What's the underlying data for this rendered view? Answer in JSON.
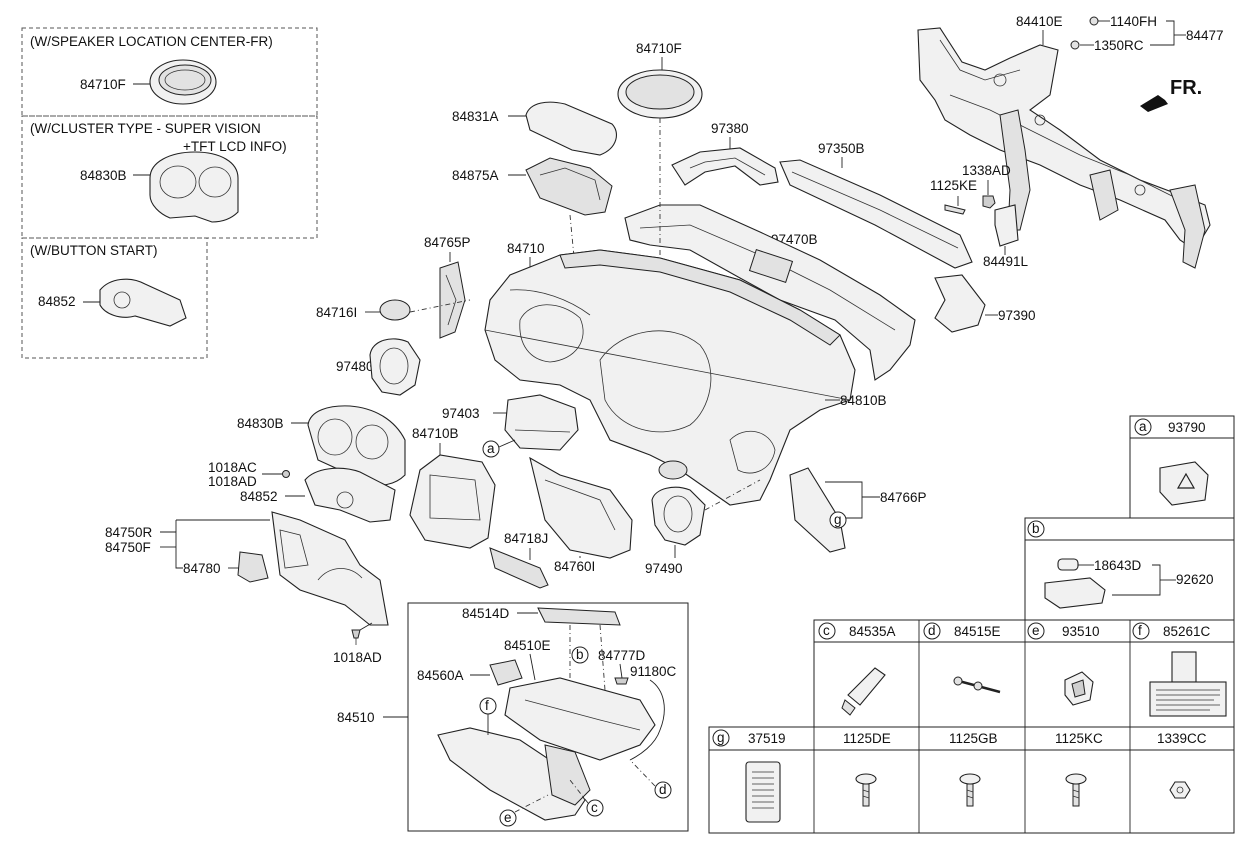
{
  "variant_boxes": [
    {
      "title_line1": "(W/SPEAKER LOCATION CENTER-FR)",
      "title_line2": "",
      "part": "84710F"
    },
    {
      "title_line1": "(W/CLUSTER TYPE - SUPER VISION",
      "title_line2": "+TFT LCD INFO)",
      "part": "84830B"
    },
    {
      "title_line1": "(W/BUTTON START)",
      "title_line2": "",
      "part": "84852"
    }
  ],
  "front_indicator": "FR.",
  "labels": {
    "p84410E": "84410E",
    "p1140FH": "1140FH",
    "p1350RC": "1350RC",
    "p84477": "84477",
    "p84710F": "84710F",
    "p84831A": "84831A",
    "p97380": "97380",
    "p97350B": "97350B",
    "p1338AD": "1338AD",
    "p1125KE": "1125KE",
    "p84875A": "84875A",
    "p84765P": "84765P",
    "p84710": "84710",
    "p97470B": "97470B",
    "p84491L": "84491L",
    "p84716I": "84716I",
    "p97390": "97390",
    "p97480": "97480",
    "p84810B": "84810B",
    "p97403": "97403",
    "p84830B": "84830B",
    "p84710B": "84710B",
    "p1018AC": "1018AC",
    "p1018AD": "1018AD",
    "p84852": "84852",
    "p84766P": "84766P",
    "p84750R": "84750R",
    "p84750F": "84750F",
    "p84718J": "84718J",
    "p84760I": "84760I",
    "p97490": "97490",
    "p84780": "84780",
    "p1018AD_b": "1018AD",
    "p84514D": "84514D",
    "p84510E": "84510E",
    "p84777D": "84777D",
    "p91180C": "91180C",
    "p84560A": "84560A",
    "p84510": "84510"
  },
  "callout_letters": {
    "a": "a",
    "b": "b",
    "c": "c",
    "d": "d",
    "e": "e",
    "f": "f",
    "g": "g"
  },
  "legend_table": {
    "cell_a": {
      "letter": "a",
      "part": "93790"
    },
    "cell_b": {
      "letter": "b",
      "part_sub": "18643D",
      "part_main": "92620"
    },
    "row1": [
      {
        "letter": "c",
        "part": "84535A"
      },
      {
        "letter": "d",
        "part": "84515E"
      },
      {
        "letter": "e",
        "part": "93510"
      },
      {
        "letter": "f",
        "part": "85261C"
      }
    ],
    "row2": [
      {
        "letter": "g",
        "part": "37519"
      },
      {
        "letter": "",
        "part": "1125DE"
      },
      {
        "letter": "",
        "part": "1125GB"
      },
      {
        "letter": "",
        "part": "1125KC"
      },
      {
        "letter": "",
        "part": "1339CC"
      }
    ]
  }
}
